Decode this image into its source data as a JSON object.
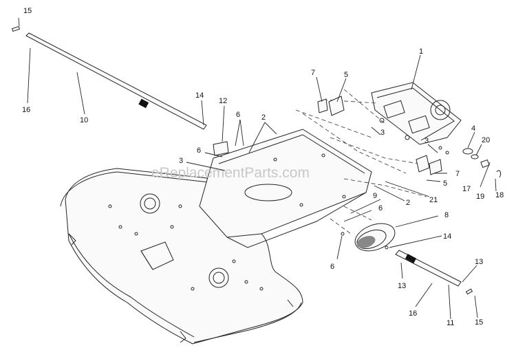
{
  "watermark": "eReplacementParts.com",
  "callouts": {
    "c1": "1",
    "c2a": "2",
    "c2b": "2",
    "c3a": "3",
    "c3b": "3",
    "c3c": "3",
    "c4": "4",
    "c5a": "5",
    "c5b": "5",
    "c6a": "6",
    "c6b": "6",
    "c6c": "6",
    "c6d": "6",
    "c7a": "7",
    "c7b": "7",
    "c8": "8",
    "c9": "9",
    "c10": "10",
    "c11": "11",
    "c12": "12",
    "c13a": "13",
    "c13b": "13",
    "c14a": "14",
    "c14b": "14",
    "c15a": "15",
    "c15b": "15",
    "c16a": "16",
    "c16b": "16",
    "c17": "17",
    "c18": "18",
    "c19": "19",
    "c20": "20",
    "c21": "21"
  }
}
